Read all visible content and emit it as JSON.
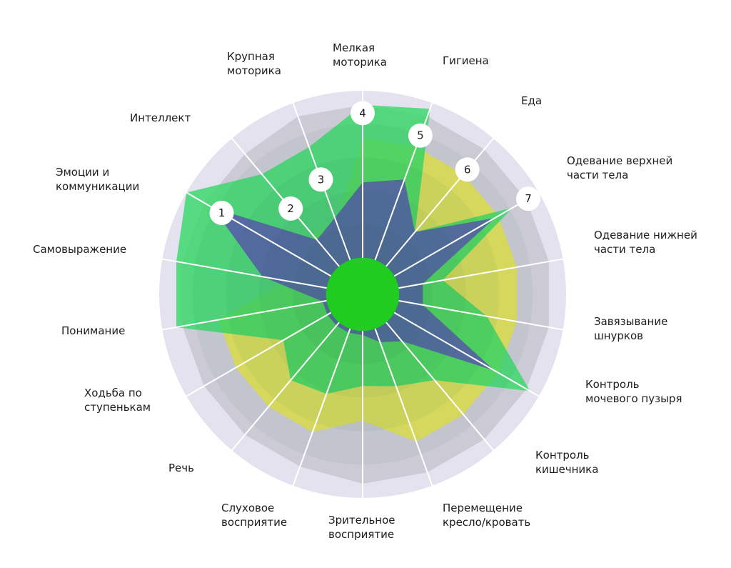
{
  "chart_data": {
    "type": "radar",
    "categories": [
      "Мелкая моторика",
      "Гигиена",
      "Еда",
      "Одевание верхней части тела",
      "Одевание нижней части тела",
      "Завязывание шнурков",
      "Контроль мочевого пузыря",
      "Контроль кишечника",
      "Перемещение кресло/кровать",
      "Зрительное восприятие",
      "Слуховое восприятие",
      "Речь",
      "Ходьба по ступенькам",
      "Понимание",
      "Самовыражение",
      "Эмоции и коммуникации",
      "Интеллект",
      "Крупная моторика"
    ],
    "rlim": [
      0,
      1
    ],
    "grid_rings": 5,
    "series": [
      {
        "color": "#c8c7d0",
        "opacity": 0.85,
        "values": [
          0.93,
          0.93,
          0.93,
          0.93,
          0.93,
          0.93,
          0.93,
          0.93,
          0.93,
          0.93,
          0.9,
          0.9,
          0.9,
          0.9,
          0.9,
          0.9,
          0.9,
          0.93
        ]
      },
      {
        "color": "#e3e34a",
        "opacity": 0.85,
        "values": [
          0.77,
          0.77,
          0.77,
          0.77,
          0.77,
          0.77,
          0.77,
          0.77,
          0.77,
          0.62,
          0.72,
          0.72,
          0.72,
          0.72,
          0.38,
          0.38,
          0.38,
          0.38
        ]
      },
      {
        "color": "#33d966",
        "opacity": 0.8,
        "values": [
          0.93,
          0.97,
          0.4,
          0.85,
          0.4,
          0.62,
          0.95,
          0.55,
          0.48,
          0.45,
          0.52,
          0.55,
          0.45,
          0.93,
          0.93,
          1.0,
          0.77,
          0.77
        ]
      },
      {
        "color": "#5b5db0",
        "opacity": 0.88,
        "values": [
          0.55,
          0.6,
          0.4,
          0.75,
          0.3,
          0.3,
          0.75,
          0.3,
          0.25,
          0.2,
          0.2,
          0.2,
          0.2,
          0.2,
          0.5,
          0.85,
          0.35,
          0.4
        ]
      }
    ],
    "center_circle": {
      "r_frac": 0.18,
      "color": "#1fcc1f"
    },
    "markers": [
      {
        "label": "1",
        "axis": 15,
        "r_frac": 0.8
      },
      {
        "label": "2",
        "axis": 16,
        "r_frac": 0.55
      },
      {
        "label": "3",
        "axis": 17,
        "r_frac": 0.6
      },
      {
        "label": "4",
        "axis": 0,
        "r_frac": 0.89
      },
      {
        "label": "5",
        "axis": 1,
        "r_frac": 0.83
      },
      {
        "label": "6",
        "axis": 2,
        "r_frac": 0.8
      },
      {
        "label": "7",
        "axis": 3,
        "r_frac": 0.94
      }
    ]
  }
}
